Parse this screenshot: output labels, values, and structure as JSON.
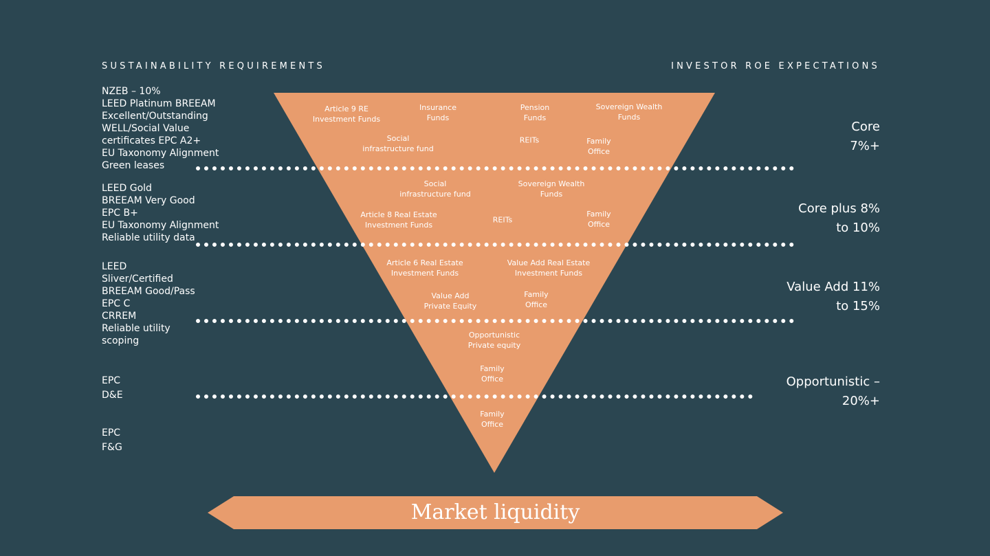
{
  "header": {
    "left": "SUSTAINABILITY REQUIREMENTS",
    "right": "INVESTOR ROE EXPECTATIONS"
  },
  "colors": {
    "background": "#2b4651",
    "accent": "#e89c6d",
    "text": "#ffffff"
  },
  "requirements": [
    [
      "NZEB – 10%",
      "LEED Platinum BREEAM",
      "Excellent/Outstanding",
      "WELL/Social Value",
      "certificates EPC A2+",
      "EU Taxonomy Alignment",
      "Green leases"
    ],
    [
      "LEED Gold",
      "BREEAM Very Good",
      "EPC B+",
      "EU Taxonomy Alignment",
      "Reliable utility data"
    ],
    [
      "LEED",
      "Sliver/Certified",
      "BREEAM Good/Pass",
      "EPC C",
      "CRREM",
      "Reliable utility",
      "scoping"
    ],
    [
      "EPC",
      "D&E"
    ],
    [
      "EPC",
      "F&G"
    ]
  ],
  "roe": [
    [
      "Core",
      "7%+"
    ],
    [
      "Core plus 8%",
      "to 10%"
    ],
    [
      "Value Add 11%",
      "to 15%"
    ],
    [
      "Opportunistic –",
      "20%+"
    ]
  ],
  "funds": [
    [
      [
        "Article 9 RE",
        "Investment Funds"
      ],
      [
        "Insurance",
        "Funds"
      ],
      [
        "Pension",
        "Funds"
      ],
      [
        "Sovereign Wealth",
        "Funds"
      ],
      [
        "Social",
        "infrastructure fund"
      ],
      [
        "REITs"
      ],
      [
        "Family",
        "Office"
      ]
    ],
    [
      [
        "Social",
        "infrastructure fund"
      ],
      [
        "Sovereign Wealth",
        "Funds"
      ],
      [
        "Article 8 Real Estate",
        "Investment Funds"
      ],
      [
        "REITs"
      ],
      [
        "Family",
        "Office"
      ]
    ],
    [
      [
        "Article 6 Real Estate",
        "Investment Funds"
      ],
      [
        "Value Add Real Estate",
        "Investment Funds"
      ],
      [
        "Value Add",
        "Private Equity"
      ],
      [
        "Family",
        "Office"
      ]
    ],
    [
      [
        "Opportunistic",
        "Private equity"
      ],
      [
        "Family",
        "Office"
      ]
    ],
    [
      [
        "Family",
        "Office"
      ]
    ]
  ],
  "liquidity": {
    "label": "Market liquidity"
  }
}
